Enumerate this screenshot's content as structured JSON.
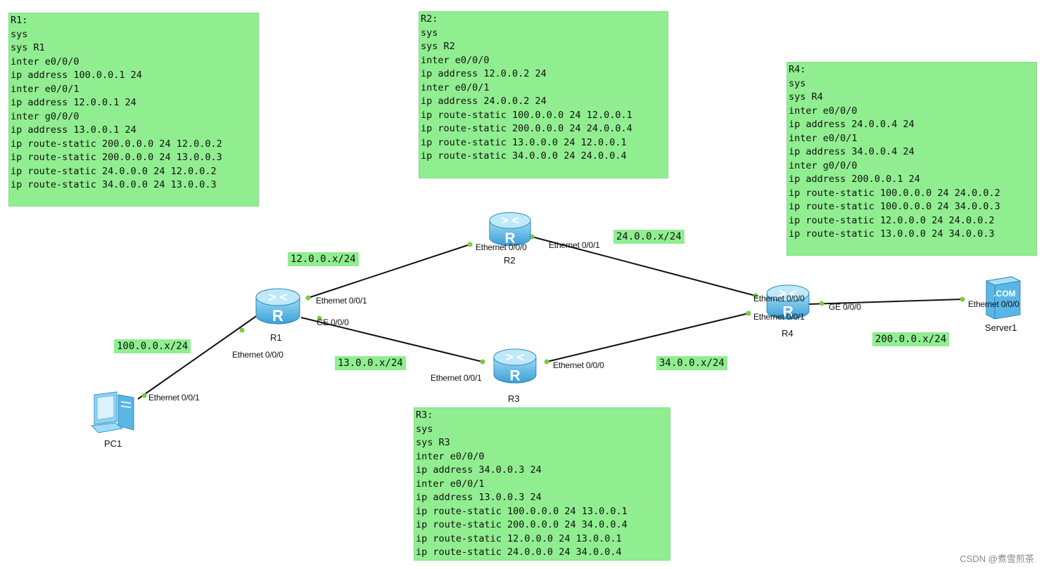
{
  "configs": {
    "r1": [
      "R1:",
      "sys",
      "sys R1",
      "inter e0/0/0",
      "ip address 100.0.0.1 24",
      "inter e0/0/1",
      "ip address 12.0.0.1 24",
      "inter g0/0/0",
      "ip address 13.0.0.1 24",
      "ip route-static 200.0.0.0 24 12.0.0.2",
      "ip route-static 200.0.0.0 24 13.0.0.3",
      "ip route-static 24.0.0.0 24 12.0.0.2",
      "ip route-static 34.0.0.0 24 13.0.0.3"
    ],
    "r2": [
      "R2:",
      "sys",
      "sys R2",
      "inter e0/0/0",
      "ip address 12.0.0.2 24",
      "inter e0/0/1",
      "ip address 24.0.0.2 24",
      "ip route-static 100.0.0.0 24 12.0.0.1",
      "ip route-static 200.0.0.0 24 24.0.0.4",
      "ip route-static 13.0.0.0 24 12.0.0.1",
      "ip route-static 34.0.0.0 24 24.0.0.4"
    ],
    "r4": [
      "R4:",
      "sys",
      "sys R4",
      "inter e0/0/0",
      "ip address 24.0.0.4 24",
      "inter e0/0/1",
      "ip address 34.0.0.4 24",
      "inter g0/0/0",
      "ip address 200.0.0.1 24",
      "ip route-static 100.0.0.0 24 24.0.0.2",
      "ip route-static 100.0.0.0 24 34.0.0.3",
      "ip route-static 12.0.0.0 24 24.0.0.2",
      "ip route-static 13.0.0.0 24 34.0.0.3"
    ],
    "r3": [
      "R3:",
      "sys",
      "sys R3",
      "inter e0/0/0",
      "ip address 34.0.0.3 24",
      "inter e0/0/1",
      "ip address 13.0.0.3 24",
      "ip route-static 100.0.0.0 24 13.0.0.1",
      "ip route-static 200.0.0.0 24 34.0.0.4",
      "ip route-static 12.0.0.0 24 13.0.0.1",
      "ip route-static 24.0.0.0 24 34.0.0.4"
    ]
  },
  "networks": {
    "n12": "12.0.0.x/24",
    "n24": "24.0.0.x/24",
    "n100": "100.0.0.x/24",
    "n13": "13.0.0.x/24",
    "n34": "34.0.0.x/24",
    "n200": "200.0.0.x/24"
  },
  "devices": {
    "r1": "R1",
    "r2": "R2",
    "r3": "R3",
    "r4": "R4",
    "pc1": "PC1",
    "server1": "Server1"
  },
  "ports": {
    "r2_e000": "Ethernet 0/0/0",
    "r2_e001": "Ethernet 0/0/1",
    "r1_e001": "Ethernet 0/0/1",
    "r1_ge000": "GE 0/0/0",
    "r1_e000": "Ethernet 0/0/0",
    "pc1_e001": "Ethernet 0/0/1",
    "r3_e001": "Ethernet 0/0/1",
    "r3_e000": "Ethernet 0/0/0",
    "r4_e000": "Ethernet 0/0/0",
    "r4_e001": "Ethernet 0/0/1",
    "r4_ge000": "GE 0/0/0",
    "server_e000": "Ethernet 0/0/0"
  },
  "server_badge": ".COM",
  "router_glyph": "R",
  "watermark": "CSDN @煮雪煎茶",
  "colors": {
    "config_bg": "#90ee90",
    "port_dot": "#7ccd3c",
    "router_body": "#5ab9e8"
  },
  "icons": {
    "router": "router-icon",
    "pc": "pc-icon",
    "server": "server-icon"
  }
}
